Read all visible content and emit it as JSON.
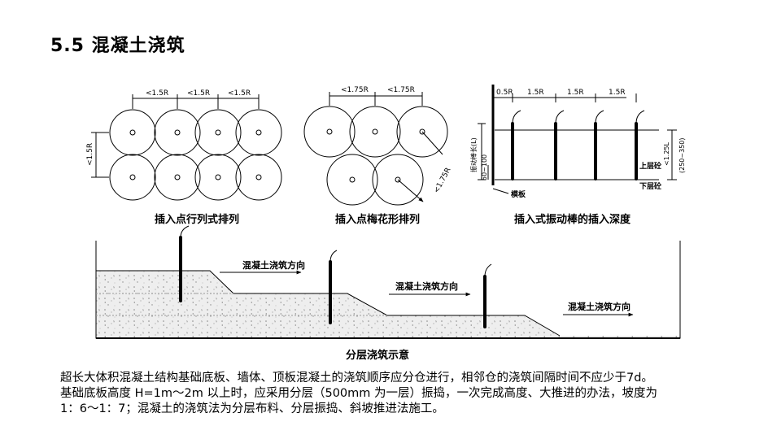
{
  "title": "5.5 混凝土浇筑",
  "diagram": {
    "fig1": {
      "caption": "插入点行列式排列",
      "spacing": "<1.5R",
      "side": "<1.5R"
    },
    "fig2": {
      "caption": "插入点梅花形排列",
      "spacing": "<1.75R",
      "diag": "<1.75R"
    },
    "fig3": {
      "caption": "插入式振动棒的插入深度",
      "d1": "0.5R",
      "d2": "1.5R",
      "d3": "1.5R",
      "d4": "1.5R",
      "rod_len": "振动棒长(L)",
      "overlap": "50~100",
      "right_dim": "<1.25L",
      "right_range": "(250~350)",
      "upper_layer": "上层砼",
      "lower_layer": "下层砼",
      "formwork": "模板"
    },
    "fig4": {
      "caption": "分层浇筑示意",
      "flow1": "混凝土浇筑方向",
      "flow2": "混凝土浇筑方向",
      "flow3": "混凝土浇筑方向"
    }
  },
  "description": [
    "超长大体积混凝土结构基础底板、墙体、顶板混凝土的浇筑顺序应分仓进行，相邻仓的浇筑间隔时间不应少于7d。",
    "基础底板高度 H=1m～2m 以上时，应采用分层（500mm 为一层）振捣，一次完成高度、大推进的办法，坡度为",
    "1：6～1：7；混凝土的浇筑法为分层布料、分层振捣、斜坡推进法施工。"
  ]
}
